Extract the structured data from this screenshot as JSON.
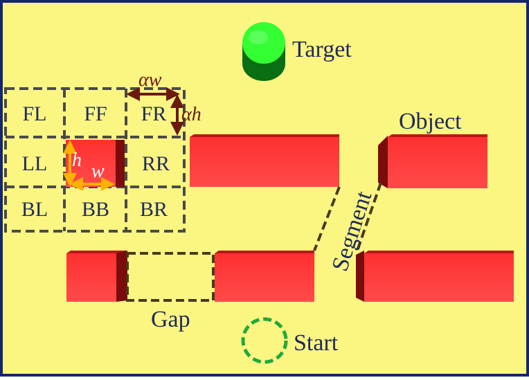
{
  "labels": {
    "target": "Target",
    "object": "Object",
    "segment": "Segment",
    "gap": "Gap",
    "start": "Start"
  },
  "grid": {
    "cells": [
      "FL",
      "FF",
      "FR",
      "LL",
      "",
      "RR",
      "BL",
      "BB",
      "BR"
    ]
  },
  "dimensions": {
    "h": "h",
    "w": "w",
    "alpha_w": "αw",
    "alpha_h": "αh"
  },
  "colors": {
    "background": "#fbf582",
    "border": "#16266b",
    "block_front": "#ff3b3b",
    "block_side": "#7a0c0c",
    "target_top": "#33ff33",
    "target_side": "#0a6e12",
    "start_ring": "#1faa3a",
    "dashed": "#4a4a4a",
    "dim_dark": "#6b1a0f",
    "dim_orange": "#ffb000"
  }
}
